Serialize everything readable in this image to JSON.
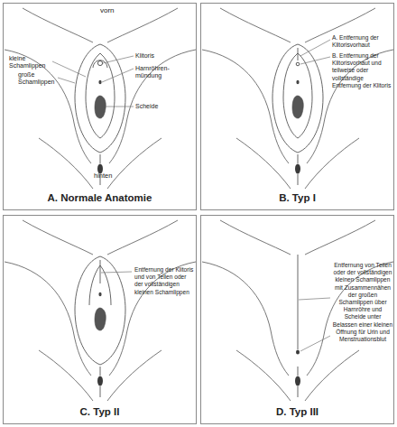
{
  "diagram": {
    "nodes": [
      {
        "text": [
          "A. Normale Anatomie"
        ]
      },
      {
        "text": [
          "B. Typ I"
        ]
      },
      {
        "text": [
          "C. Typ II"
        ]
      },
      {
        "text": [
          "D. Typ III"
        ]
      }
    ],
    "labels": [
      "vorn",
      "kleine Schamlippen",
      "große Schamlippen",
      "Klitoris",
      "Harnröhren- mündung",
      "Scheide",
      "hinten",
      "A. Entfernung der Klitorisvorhaut",
      "B. Entfernung der Klitorisvorhaut und teilweise oder vollständige Entfernung der Klitoris",
      "Entfernung der Klitoris und von Teilen oder der vollständigen kleinen Schamlippen",
      "Entfernung von Teilen oder der vollständigen kleinen Schamlippen mit Zusammennähen der großen Schamlippen über Harnröhre und Scheide unter Belassen einer kleinen Öffnung für Urin und Menstruationsblut"
    ]
  }
}
